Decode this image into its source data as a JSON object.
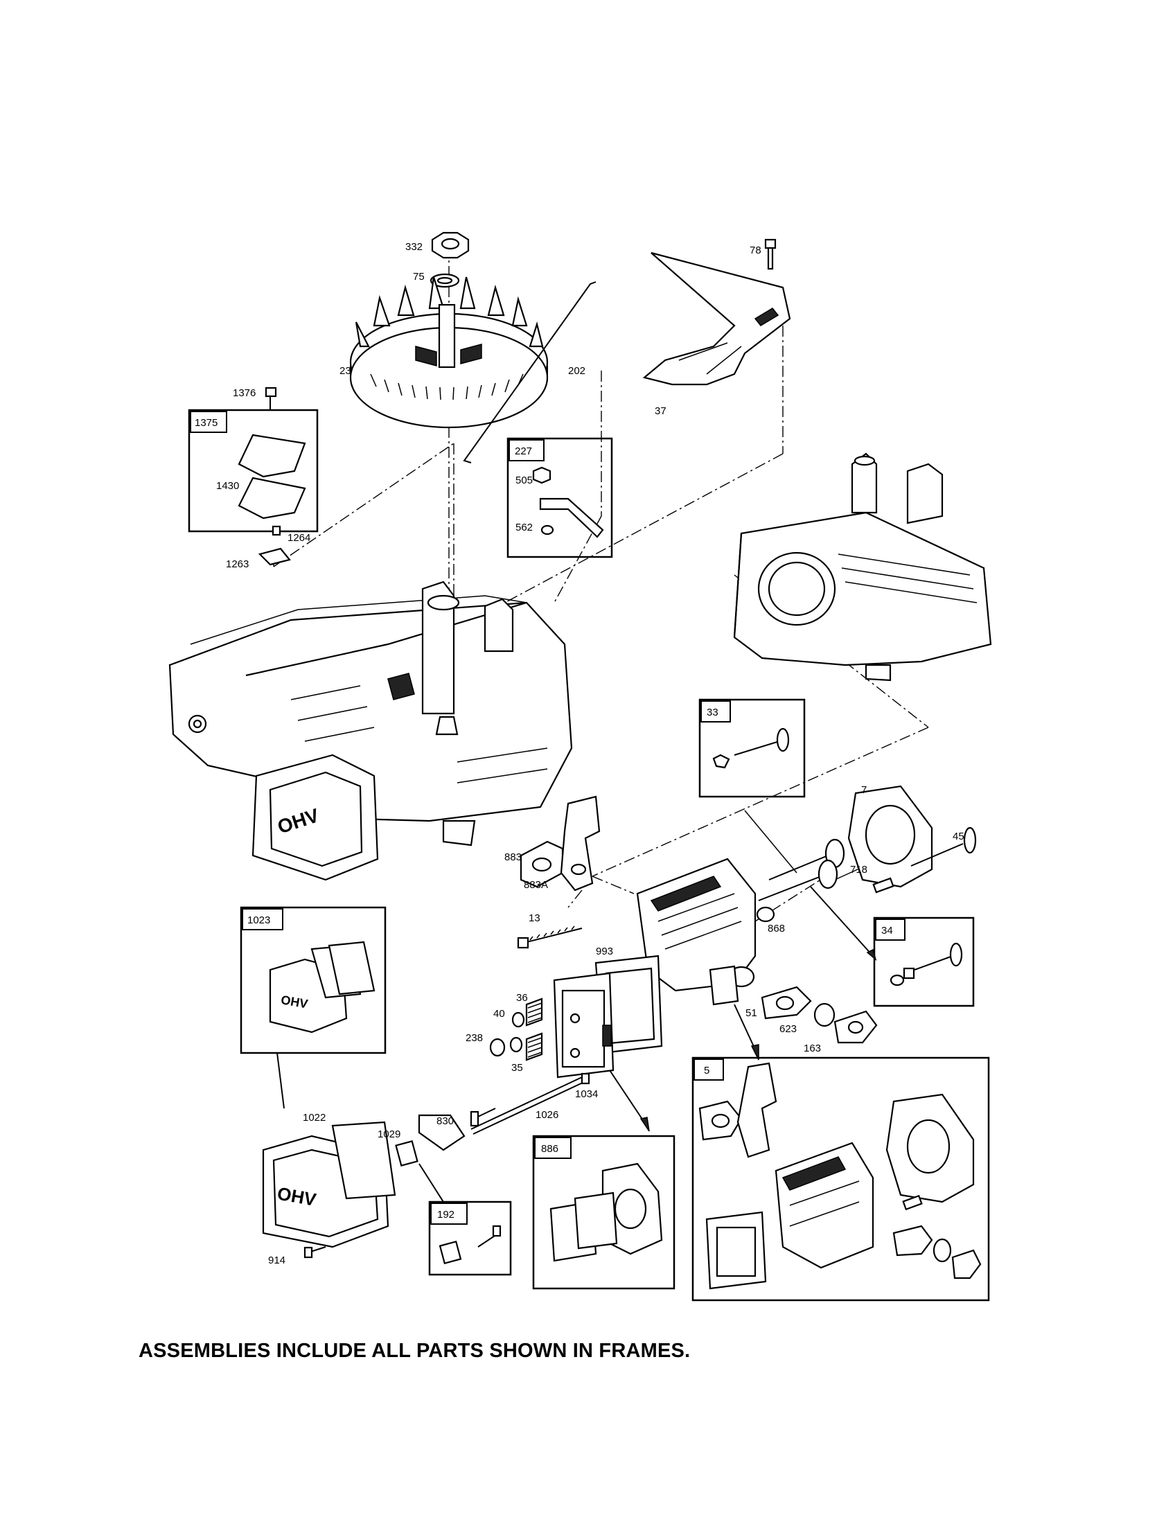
{
  "footer_note": "ASSEMBLIES INCLUDE ALL PARTS SHOWN IN FRAMES.",
  "part_labels": {
    "p332": "332",
    "p75": "75",
    "p78": "78",
    "p23": "23",
    "p202": "202",
    "p37": "37",
    "p1376": "1376",
    "p1430": "1430",
    "p1264": "1264",
    "p1263": "1263",
    "p505": "505",
    "p562": "562",
    "p7": "7",
    "p45": "45",
    "p883": "883",
    "p883A": "883A",
    "p718": "718",
    "p13": "13",
    "p868": "868",
    "p993": "993",
    "p36": "36",
    "p40": "40",
    "p238": "238",
    "p35": "35",
    "p1034": "1034",
    "p51": "51",
    "p623": "623",
    "p163": "163",
    "p1022": "1022",
    "p1029": "1029",
    "p830": "830",
    "p1026": "1026",
    "p914": "914"
  },
  "frames": {
    "f1375": "1375",
    "f227": "227",
    "f33": "33",
    "f34": "34",
    "f1023": "1023",
    "f5": "5",
    "f886": "886",
    "f192": "192"
  }
}
